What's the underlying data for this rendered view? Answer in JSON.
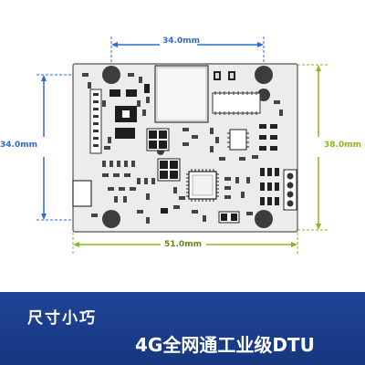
{
  "dimensions": {
    "top": "34.0mm",
    "bottom": "51.0mm",
    "left": "34.0mm",
    "right": "38.0mm"
  },
  "colors": {
    "dimension_blue": "#2d6bd6",
    "dimension_green": "#8ab820",
    "banner": "#1c3f8f",
    "board": "#ececec"
  },
  "banner": {
    "left_text": "尺寸小巧",
    "right_text": "4G全网通工业级DTU"
  }
}
